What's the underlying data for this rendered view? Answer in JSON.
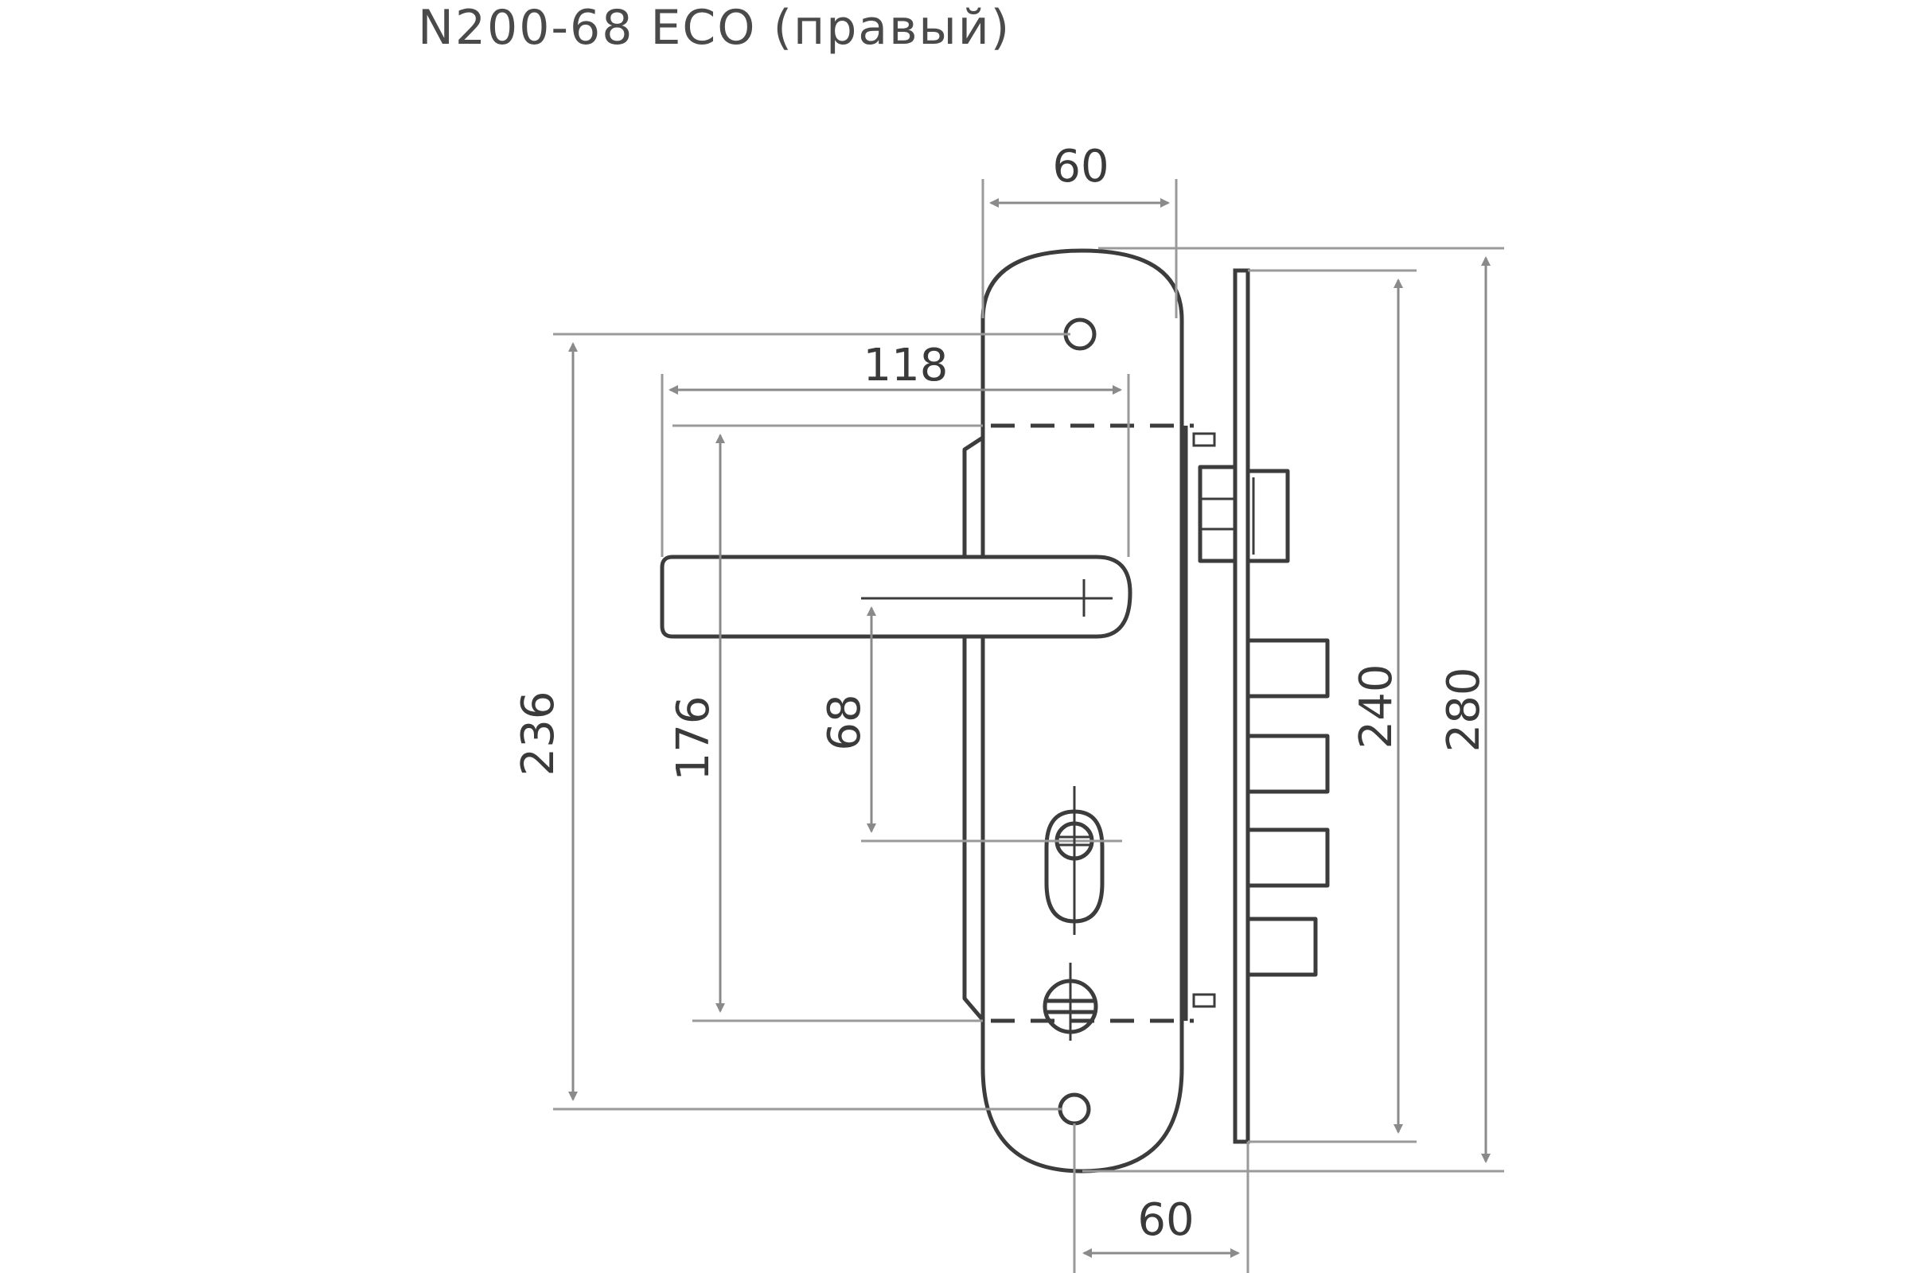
{
  "title": "N200-68 ECO (правый)",
  "dimensions": {
    "handle_plate_width_top": "60",
    "handle_length": "118",
    "backset_bottom": "60",
    "plate_hole_distance": "236",
    "dashed_distance": "176",
    "handle_to_cylinder": "68",
    "lock_body_height": "240",
    "faceplate_height": "280"
  },
  "colors": {
    "line": "#3c3c3c",
    "dimension": "#8a8a8a",
    "text": "#3a3a3a"
  }
}
